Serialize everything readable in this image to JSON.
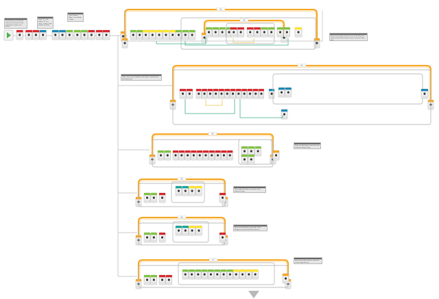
{
  "colors": {
    "loop_orange": "#f5a623",
    "loop_light": "#fbd79a",
    "frame_grey": "#bdbdbd",
    "block_body": "#f2f2f2",
    "action_green": "#7fc241",
    "flow_orange": "#f5a623",
    "sensor_yellow": "#ffe42a",
    "data_red": "#d8262c",
    "advanced_blue": "#1e88b4",
    "mybl_teal": "#1aa59a",
    "wire_green": "#3fae8c",
    "wire_yellow": "#e8c94b",
    "start_green": "#4caf50"
  },
  "icons": [
    "start-icon",
    "loop-icon",
    "switch-icon",
    "motor-icon",
    "sensor-icon",
    "display-icon",
    "sound-icon",
    "wait-icon",
    "variable-icon",
    "math-icon",
    "loop-interrupt-icon"
  ],
  "comments": [
    {
      "id": "c1",
      "text": "Put the block in the IR end reference and count on the proximity to replace new values"
    },
    {
      "id": "c2",
      "text": "Value \"1\" is the radius \"10\" is a circle, \"Count\" is the number of points"
    },
    {
      "id": "c3",
      "text": "Count Sensor; Mode 1 Low; Mode 2 Strike"
    },
    {
      "id": "c4",
      "text": "When moving down from the sensor idle, Move the robot forward. When found sensor is pressed, Stop loop"
    },
    {
      "id": "c5",
      "text": "When color sensor identifies each object, calculate the driving distance"
    },
    {
      "id": "c6",
      "text": "When top left button is pressed, stop all blocks, Beep, Delay"
    },
    {
      "id": "c7",
      "text": "When right left button is pressed, scale forward 5 steps"
    },
    {
      "id": "c8",
      "text": "When left side button is pressed, check Program inversion and then move up"
    },
    {
      "id": "c9",
      "text": "When lower down button is pressed, run turn right then up"
    }
  ]
}
